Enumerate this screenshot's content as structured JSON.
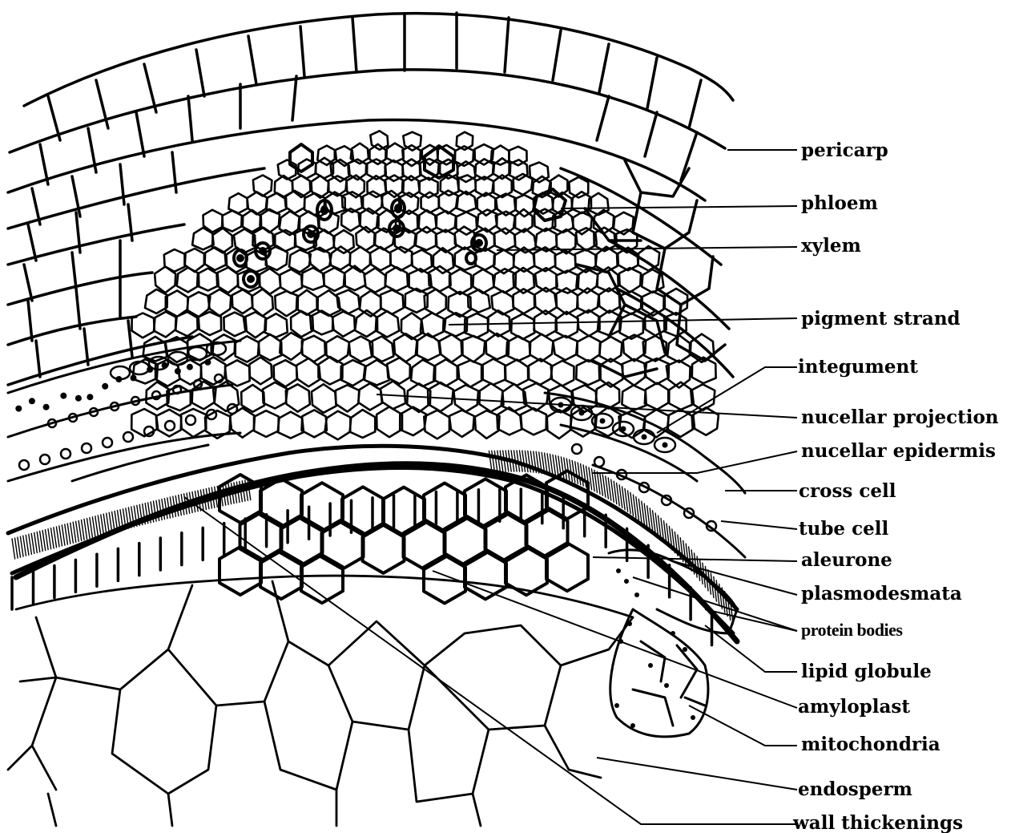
{
  "labels": {
    "pericarp": "pericarp",
    "phloem": "phloem",
    "xylem": "xylem",
    "pigment_strand": "pigment strand",
    "integument": "integument",
    "nucellar_projection": "nucellar projection",
    "nucellar_epidermis": "nucellar epidermis",
    "cross_cell": "cross cell",
    "tube_cell": "tube cell",
    "aleurone": "aleurone",
    "plasmodesmata": "plasmodesmata",
    "protein_bodies": "protein bodies",
    "lipid_globule": "lipid globule",
    "amyloplast": "amyloplast",
    "mitochondria": "mitochondria",
    "endosperm": "endosperm",
    "wall_thickenings": "wall thickenings"
  },
  "colors": {
    "ink": "#000000",
    "paper": "#ffffff"
  }
}
